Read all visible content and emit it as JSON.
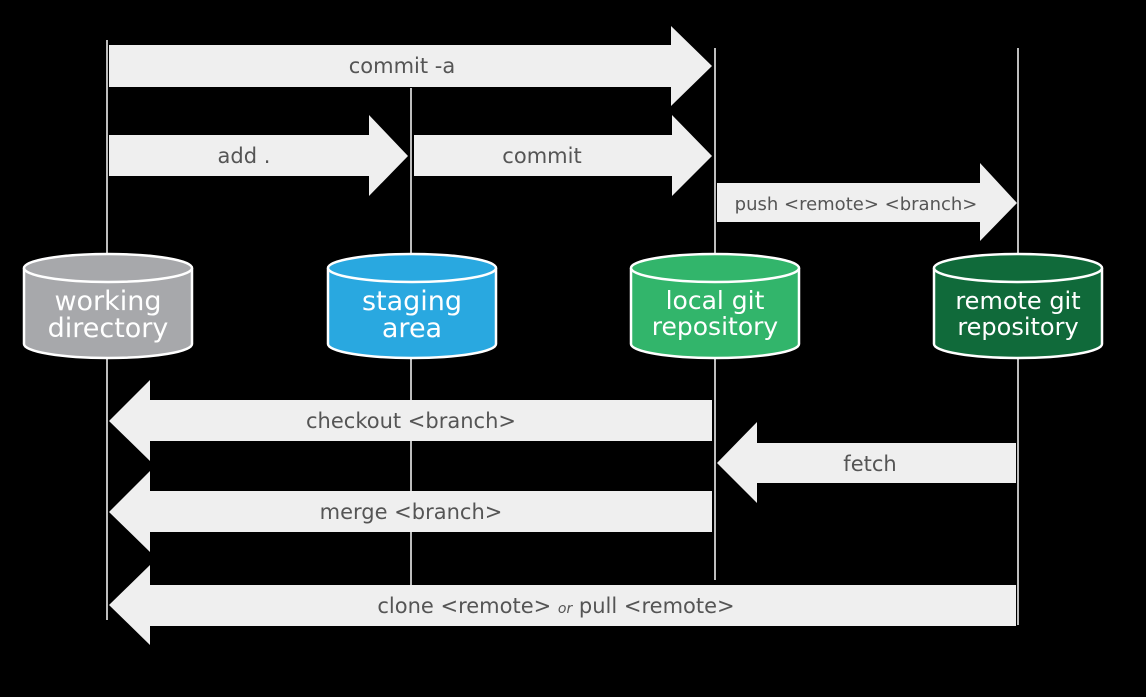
{
  "stores": [
    {
      "id": "working",
      "line1": "working",
      "line2": "directory",
      "color": "#a7a8ab",
      "dark": "#8c8d90"
    },
    {
      "id": "staging",
      "line1": "staging",
      "line2": "area",
      "color": "#29a8e0",
      "dark": "#1b8fc2"
    },
    {
      "id": "local",
      "line1": "local git",
      "line2": "repository",
      "color": "#32b56b",
      "dark": "#249553"
    },
    {
      "id": "remote",
      "line1": "remote git",
      "line2": "repository",
      "color": "#106a3a",
      "dark": "#0b5530"
    }
  ],
  "arrows": {
    "commit_a": "commit -a",
    "add": "add .",
    "commit": "commit",
    "push": "push <remote> <branch>",
    "checkout": "checkout <branch>",
    "fetch": "fetch",
    "merge": "merge <branch>",
    "clone_part1": "clone <remote> ",
    "clone_or": "or",
    "clone_part2": " pull <remote>"
  },
  "colors": {
    "arrow_fill": "#efefef",
    "lifeline": "#bdbdbd",
    "background": "#000000"
  }
}
